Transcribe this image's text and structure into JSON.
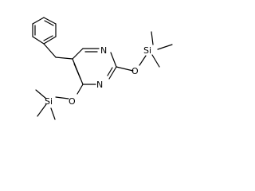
{
  "molecule": {
    "atoms": {
      "n1": "N",
      "n3": "N",
      "o2": "O",
      "o4": "O",
      "si_right": "Si",
      "si_left": "Si"
    }
  }
}
